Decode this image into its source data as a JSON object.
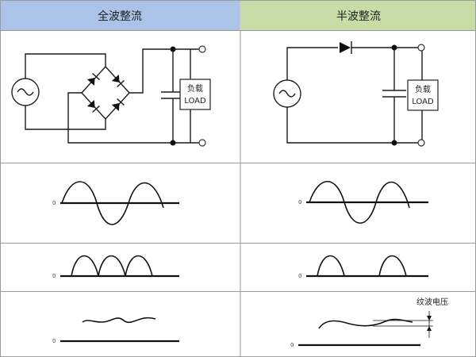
{
  "headers": {
    "left": "全波整流",
    "right": "半波整流"
  },
  "circuit": {
    "load_line1": "负载",
    "load_line2": "LOAD"
  },
  "waveforms": {
    "zero_label": "0",
    "ripple_label": "纹波电压"
  },
  "colors": {
    "left_header_bg": "#aac3e6",
    "right_header_bg": "#c8dca8",
    "grid_line": "#9a9a9a"
  }
}
